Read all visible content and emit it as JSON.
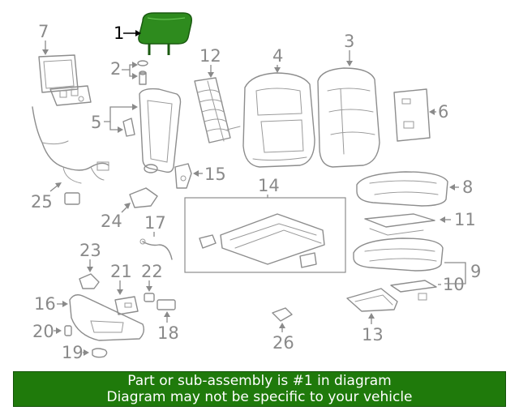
{
  "diagram": {
    "highlight_color": "#2e8b1e",
    "callouts": {
      "c1": "1",
      "c2": "2",
      "c3": "3",
      "c4": "4",
      "c5": "5",
      "c6": "6",
      "c7": "7",
      "c8": "8",
      "c9": "9",
      "c10": "10",
      "c11": "11",
      "c12": "12",
      "c13": "13",
      "c14": "14",
      "c15": "15",
      "c16": "16",
      "c17": "17",
      "c18": "18",
      "c19": "19",
      "c20": "20",
      "c21": "21",
      "c22": "22",
      "c23": "23",
      "c24": "24",
      "c25": "25",
      "c26": "26"
    }
  },
  "banner": {
    "line1": "Part or sub-assembly is #1 in diagram",
    "line2": "Diagram may not be specific to your vehicle",
    "background": "#1f7a0b"
  }
}
